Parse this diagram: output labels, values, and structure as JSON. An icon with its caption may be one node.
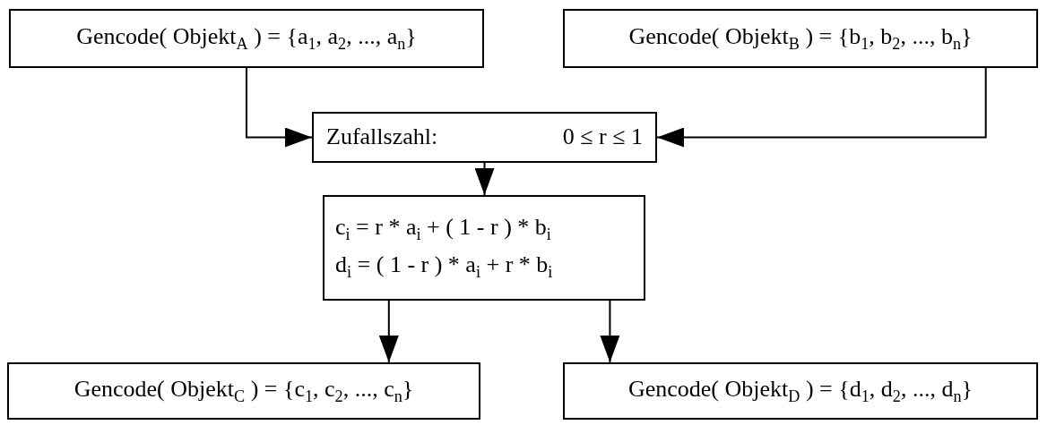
{
  "diagram": {
    "nodes": [
      {
        "text": [
          "Gencode( Objekt$_{A}$ ) = {a$_{1}$, a$_{2}$, ..., a$_{n}$}"
        ]
      },
      {
        "text": [
          "Gencode( Objekt$_{B}$ ) = {b$_{1}$, b$_{2}$, ..., b$_{n}$}"
        ]
      },
      {
        "text": [
          "Zufallszahl:",
          "0 ≤ r ≤ 1"
        ]
      },
      {
        "text": [
          "c$_{i}$ = r * a$_{i}$ + ( 1 - r ) * b$_{i}$",
          "d$_{i}$ = ( 1 - r ) * a$_{i}$ + r * b$_{i}$"
        ]
      },
      {
        "text": [
          "Gencode( Objekt$_{C}$ ) = {c$_{1}$, c$_{2}$, ..., c$_{n}$}"
        ]
      },
      {
        "text": [
          "Gencode( Objekt$_{D}$ ) = {d$_{1}$, d$_{2}$, ..., d$_{n}$}"
        ]
      }
    ],
    "edges": [
      {
        "from": 0,
        "to": 2,
        "arrow": "to"
      },
      {
        "from": 1,
        "to": 2,
        "arrow": "to"
      },
      {
        "from": 2,
        "to": 3,
        "arrow": "to"
      },
      {
        "from": 3,
        "to": 4,
        "arrow": "to"
      },
      {
        "from": 3,
        "to": 5,
        "arrow": "to"
      }
    ]
  }
}
